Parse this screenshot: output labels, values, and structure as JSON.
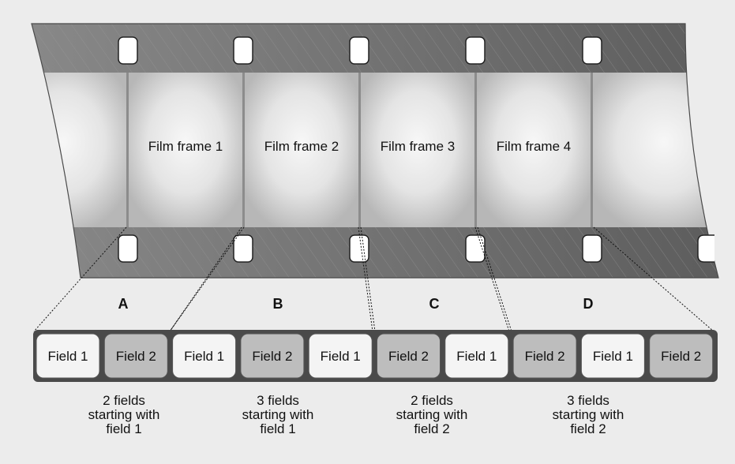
{
  "film": {
    "frames": [
      "Film frame 1",
      "Film frame 2",
      "Film frame 3",
      "Film frame 4"
    ]
  },
  "groups": [
    "A",
    "B",
    "C",
    "D"
  ],
  "fields": [
    "Field 1",
    "Field 2",
    "Field 1",
    "Field 2",
    "Field 1",
    "Field 2",
    "Field 1",
    "Field 2",
    "Field 1",
    "Field 2"
  ],
  "descriptions": [
    [
      "2 fields",
      "starting with",
      "field 1"
    ],
    [
      "3 fields",
      "starting with",
      "field 1"
    ],
    [
      "2 fields",
      "starting with",
      "field 2"
    ],
    [
      "3 fields",
      "starting with",
      "field 2"
    ]
  ],
  "colors": {
    "background": "#ececec",
    "film_strip": "#6f6f6f",
    "field_light": "#f4f4f4",
    "field_dark": "#bdbdbd",
    "field_border": "#555555"
  }
}
